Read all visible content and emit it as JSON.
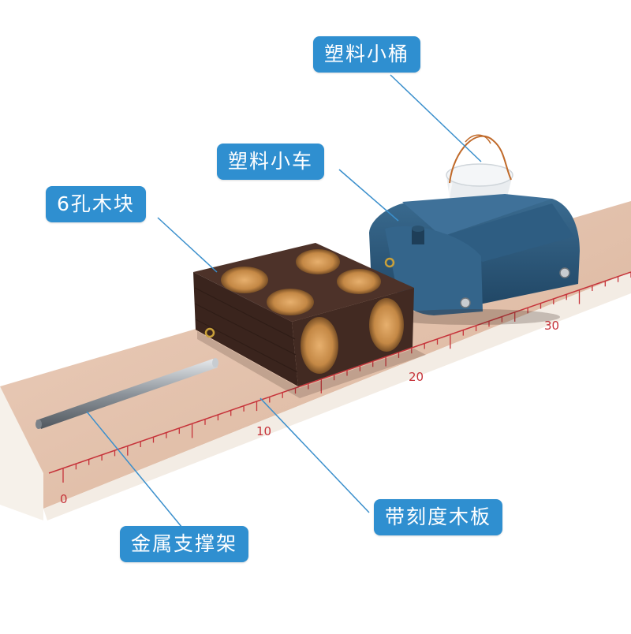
{
  "labels": {
    "bucket": "塑料小桶",
    "cart": "塑料小车",
    "block": "6孔木块",
    "ruler_board": "带刻度木板",
    "metal_rod": "金属支撑架"
  },
  "scale_ticks": [
    "0",
    "10",
    "20",
    "30"
  ],
  "colors": {
    "label_bg": "#2f8fd0",
    "label_text": "#ffffff",
    "scale_marks": "#c6333a",
    "board_wood": "#e8c9b3",
    "block_wood": "#4a3028",
    "cart_blue": "#2b5677"
  }
}
